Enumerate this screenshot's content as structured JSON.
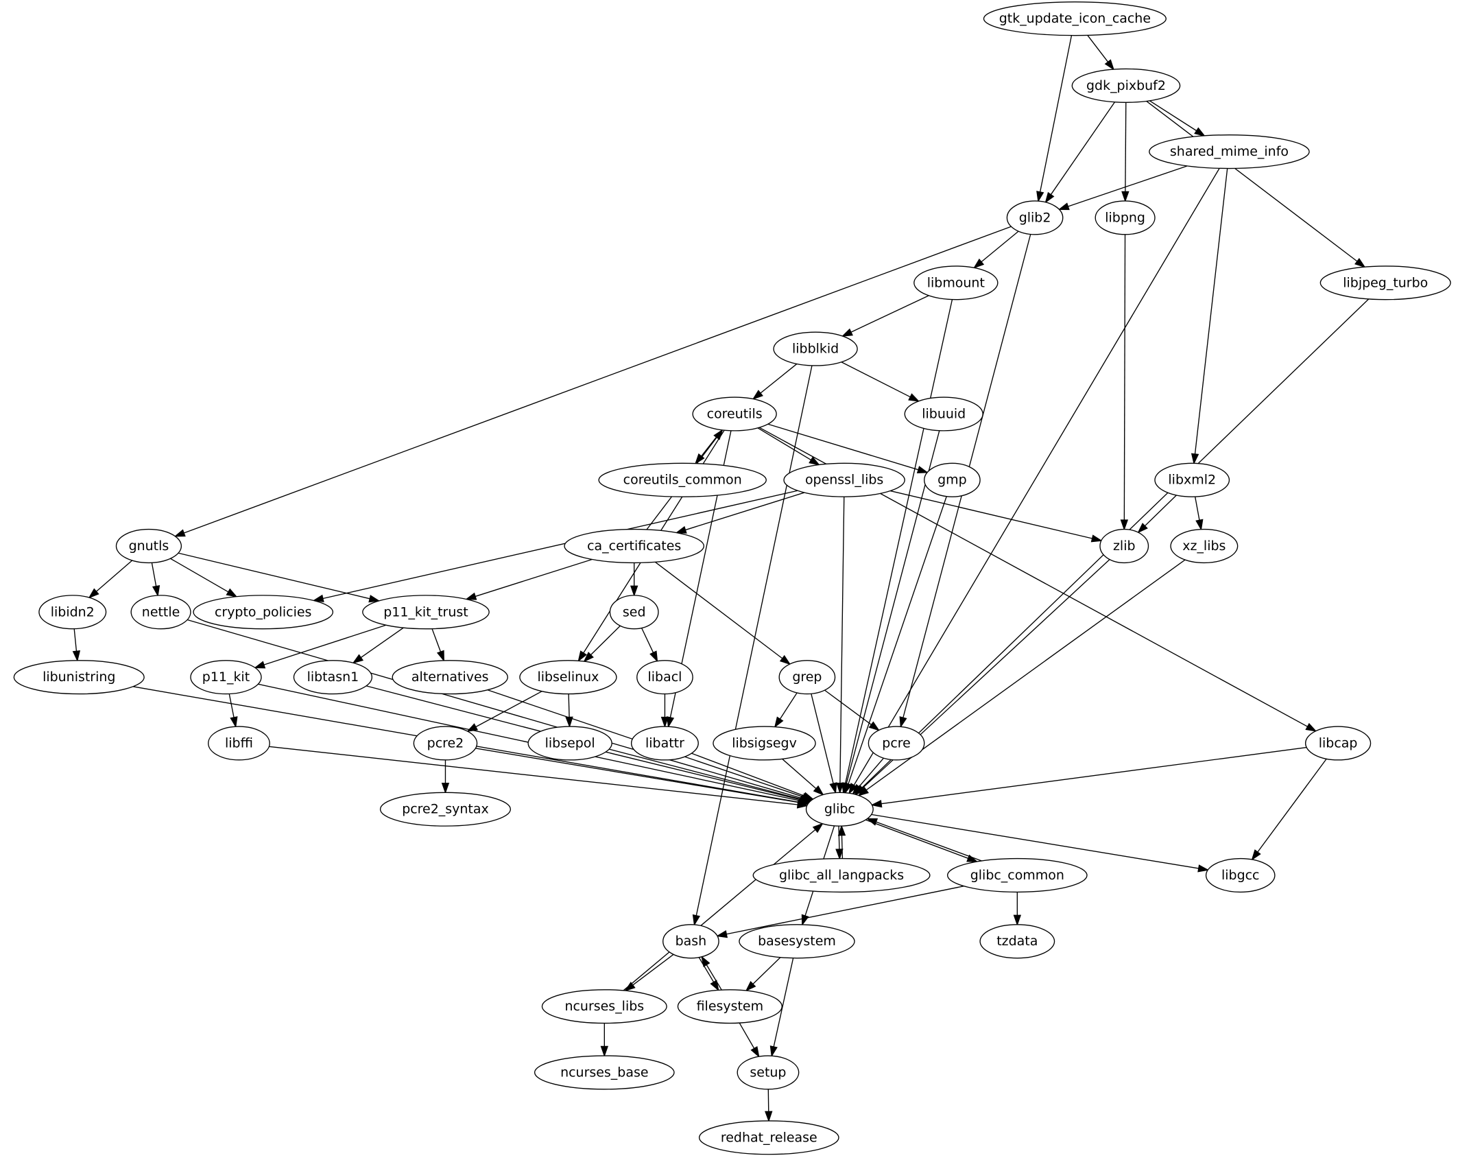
{
  "graph": {
    "nodes": [
      "gtk_update_icon_cache",
      "gdk_pixbuf2",
      "shared_mime_info",
      "glib2",
      "libpng",
      "libjpeg_turbo",
      "libmount",
      "libblkid",
      "coreutils",
      "libuuid",
      "coreutils_common",
      "openssl_libs",
      "gmp",
      "libxml2",
      "gnutls",
      "ca_certificates",
      "zlib",
      "xz_libs",
      "libidn2",
      "nettle",
      "crypto_policies",
      "p11_kit_trust",
      "sed",
      "p11_kit",
      "libtasn1",
      "alternatives",
      "libunistring",
      "libselinux",
      "libacl",
      "grep",
      "libffi",
      "pcre2",
      "libsepol",
      "libattr",
      "libsigsegv",
      "pcre",
      "libcap",
      "glibc",
      "pcre2_syntax",
      "glibc_all_langpacks",
      "glibc_common",
      "libgcc",
      "bash",
      "basesystem",
      "tzdata",
      "ncurses_libs",
      "filesystem",
      "ncurses_base",
      "setup",
      "redhat_release"
    ],
    "edges": [
      [
        "gtk_update_icon_cache",
        "gdk_pixbuf2"
      ],
      [
        "gtk_update_icon_cache",
        "glib2"
      ],
      [
        "gdk_pixbuf2",
        "glib2"
      ],
      [
        "gdk_pixbuf2",
        "libpng"
      ],
      [
        "gdk_pixbuf2",
        "shared_mime_info"
      ],
      [
        "gdk_pixbuf2",
        "libjpeg_turbo"
      ],
      [
        "shared_mime_info",
        "glib2"
      ],
      [
        "shared_mime_info",
        "libxml2"
      ],
      [
        "shared_mime_info",
        "glibc"
      ],
      [
        "glib2",
        "gnutls"
      ],
      [
        "glib2",
        "libmount"
      ],
      [
        "glib2",
        "pcre"
      ],
      [
        "libpng",
        "zlib"
      ],
      [
        "libjpeg_turbo",
        "glibc"
      ],
      [
        "libmount",
        "libblkid"
      ],
      [
        "libmount",
        "glibc"
      ],
      [
        "libblkid",
        "coreutils"
      ],
      [
        "libblkid",
        "libuuid"
      ],
      [
        "libblkid",
        "bash"
      ],
      [
        "libuuid",
        "glibc"
      ],
      [
        "coreutils",
        "coreutils_common"
      ],
      [
        "coreutils",
        "openssl_libs"
      ],
      [
        "coreutils",
        "gmp"
      ],
      [
        "coreutils",
        "libcap"
      ],
      [
        "coreutils",
        "libselinux"
      ],
      [
        "coreutils",
        "libattr"
      ],
      [
        "ca_certificates",
        "coreutils"
      ],
      [
        "openssl_libs",
        "ca_certificates"
      ],
      [
        "openssl_libs",
        "crypto_policies"
      ],
      [
        "openssl_libs",
        "zlib"
      ],
      [
        "openssl_libs",
        "glibc"
      ],
      [
        "gmp",
        "glibc"
      ],
      [
        "libxml2",
        "zlib"
      ],
      [
        "libxml2",
        "xz_libs"
      ],
      [
        "zlib",
        "glibc"
      ],
      [
        "xz_libs",
        "glibc"
      ],
      [
        "gnutls",
        "libidn2"
      ],
      [
        "gnutls",
        "nettle"
      ],
      [
        "gnutls",
        "crypto_policies"
      ],
      [
        "gnutls",
        "p11_kit_trust"
      ],
      [
        "ca_certificates",
        "p11_kit_trust"
      ],
      [
        "ca_certificates",
        "sed"
      ],
      [
        "ca_certificates",
        "grep"
      ],
      [
        "libidn2",
        "libunistring"
      ],
      [
        "nettle",
        "glibc"
      ],
      [
        "p11_kit_trust",
        "p11_kit"
      ],
      [
        "p11_kit_trust",
        "libtasn1"
      ],
      [
        "p11_kit_trust",
        "alternatives"
      ],
      [
        "sed",
        "libselinux"
      ],
      [
        "sed",
        "libacl"
      ],
      [
        "libunistring",
        "glibc"
      ],
      [
        "p11_kit",
        "libffi"
      ],
      [
        "p11_kit",
        "glibc"
      ],
      [
        "libtasn1",
        "glibc"
      ],
      [
        "alternatives",
        "glibc"
      ],
      [
        "libselinux",
        "pcre2"
      ],
      [
        "libselinux",
        "libsepol"
      ],
      [
        "libacl",
        "libattr"
      ],
      [
        "grep",
        "libsigsegv"
      ],
      [
        "grep",
        "pcre"
      ],
      [
        "grep",
        "glibc"
      ],
      [
        "libffi",
        "glibc"
      ],
      [
        "pcre2",
        "glibc"
      ],
      [
        "pcre2",
        "pcre2_syntax"
      ],
      [
        "libsepol",
        "glibc"
      ],
      [
        "libattr",
        "glibc"
      ],
      [
        "libsigsegv",
        "glibc"
      ],
      [
        "pcre",
        "glibc"
      ],
      [
        "libcap",
        "glibc"
      ],
      [
        "libcap",
        "libgcc"
      ],
      [
        "glibc",
        "glibc_all_langpacks"
      ],
      [
        "glibc_all_langpacks",
        "glibc"
      ],
      [
        "glibc",
        "glibc_common"
      ],
      [
        "glibc_common",
        "glibc"
      ],
      [
        "glibc",
        "libgcc"
      ],
      [
        "glibc",
        "basesystem"
      ],
      [
        "glibc_common",
        "bash"
      ],
      [
        "glibc_common",
        "tzdata"
      ],
      [
        "ncurses_libs",
        "glibc"
      ],
      [
        "bash",
        "ncurses_libs"
      ],
      [
        "bash",
        "filesystem"
      ],
      [
        "filesystem",
        "bash"
      ],
      [
        "basesystem",
        "filesystem"
      ],
      [
        "basesystem",
        "setup"
      ],
      [
        "ncurses_libs",
        "ncurses_base"
      ],
      [
        "filesystem",
        "setup"
      ],
      [
        "setup",
        "redhat_release"
      ]
    ]
  }
}
